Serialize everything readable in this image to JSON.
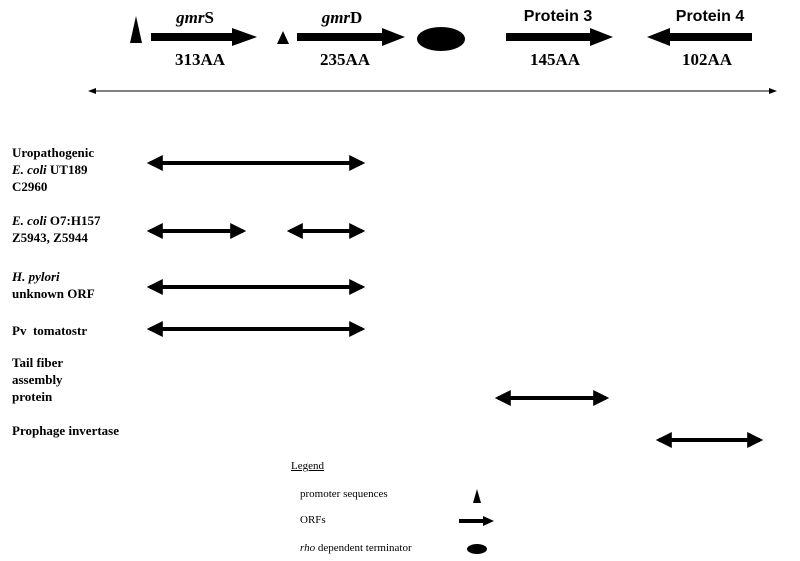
{
  "genes": [
    {
      "italic": "gmr",
      "rest": "S",
      "aa": "313AA"
    },
    {
      "italic": "gmr",
      "rest": "D",
      "aa": "235AA"
    },
    {
      "italic": "",
      "rest": "Protein 3",
      "aa": "145AA"
    },
    {
      "italic": "",
      "rest": "Protein 4",
      "aa": "102AA"
    }
  ],
  "rows": [
    {
      "lines": [
        "Uropathogenic",
        "E. coli UT189",
        "C2960"
      ]
    },
    {
      "lines": [
        "E. coli O7:H157",
        "Z5943, Z5944"
      ]
    },
    {
      "lines": [
        "H. pylori",
        "unknown ORF"
      ]
    },
    {
      "lines": [
        "Pv  tomatostr"
      ]
    },
    {
      "lines": [
        "Tail fiber",
        "assembly",
        "protein"
      ]
    },
    {
      "lines": [
        "Prophage invertase"
      ]
    }
  ],
  "row_parts": {
    "r1_ital": "E. coli",
    "r1_rest": " UT189",
    "r2_ital": "E. coli",
    "r2_rest": " O7:H157",
    "r3_ital": "H. pylori"
  },
  "legend": {
    "title": "Legend",
    "promoter": "promoter sequences",
    "orfs": "ORFs",
    "rho_ital": "rho",
    "rho_rest": " dependent terminator"
  }
}
